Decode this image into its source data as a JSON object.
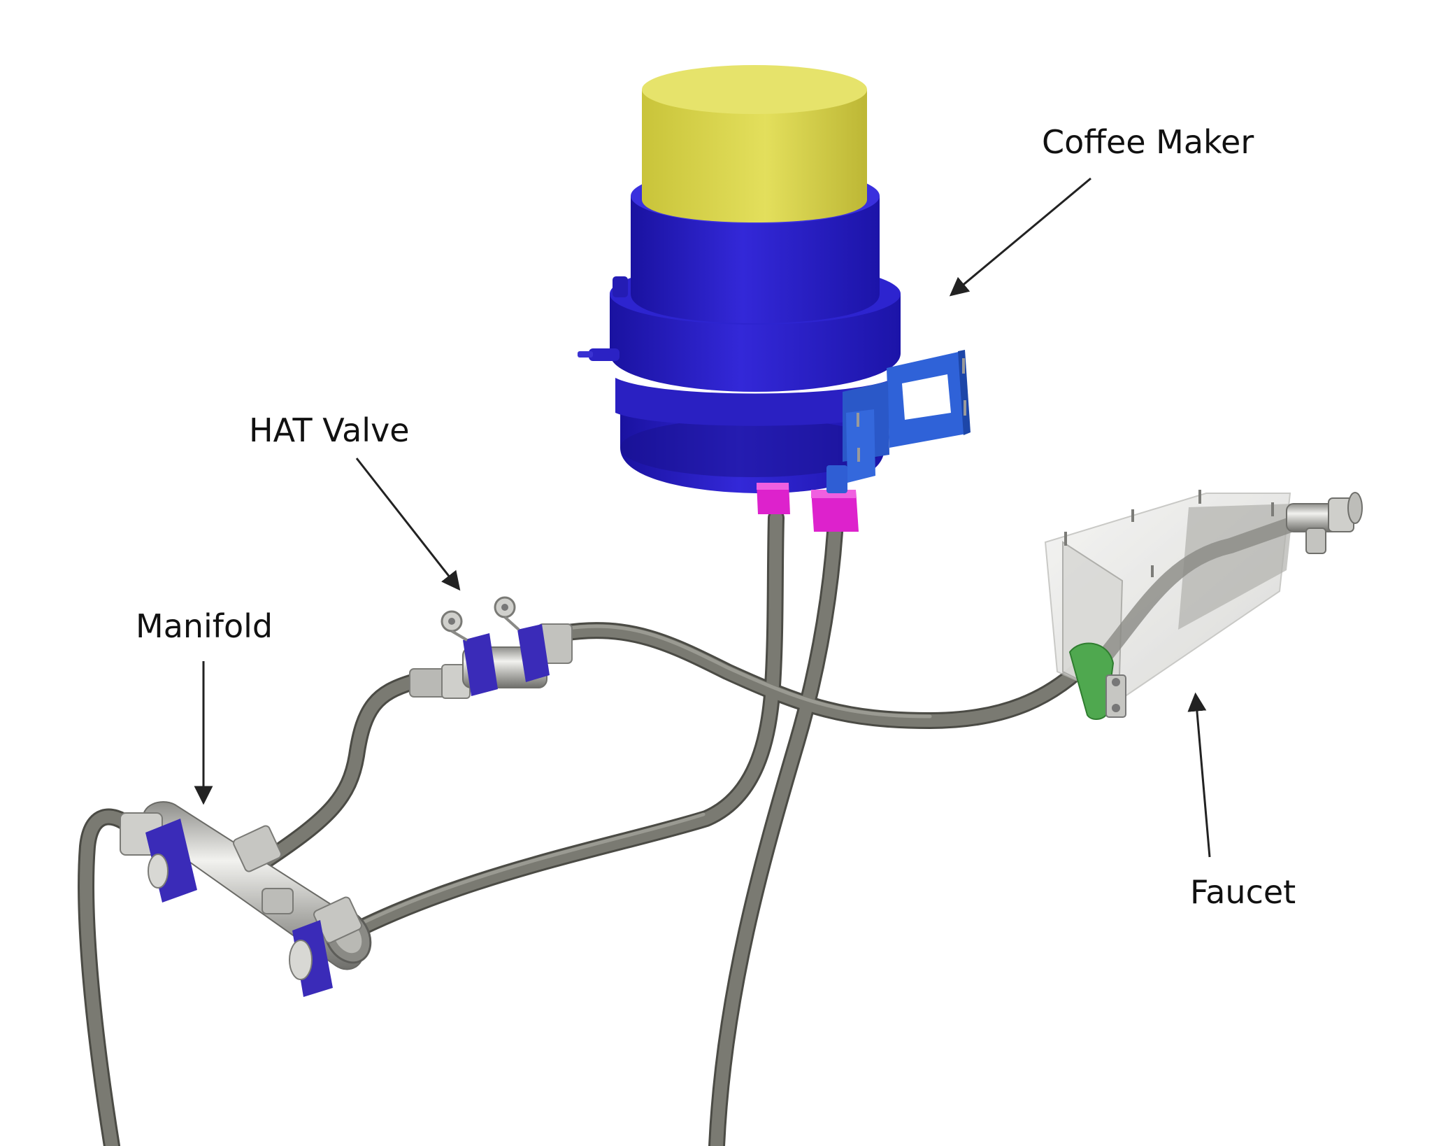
{
  "labels": {
    "coffee_maker": "Coffee Maker",
    "hat_valve": "HAT Valve",
    "manifold": "Manifold",
    "faucet": "Faucet"
  },
  "colors": {
    "background": "#ffffff",
    "hose": "#77776f",
    "hose_dark": "#45453f",
    "coffee_maker_body": "#2a1fc8",
    "coffee_maker_shadow": "#15108a",
    "lid": "#d8d54a",
    "fitting_magenta": "#dd22cc",
    "bracket_blue": "#2f62d8",
    "clamp_blue": "#3a2bb8",
    "clamp_green": "#4fa84f",
    "steel": "#c9c9c6",
    "arrow": "#222222"
  },
  "icons": [
    "arrow-icon"
  ]
}
